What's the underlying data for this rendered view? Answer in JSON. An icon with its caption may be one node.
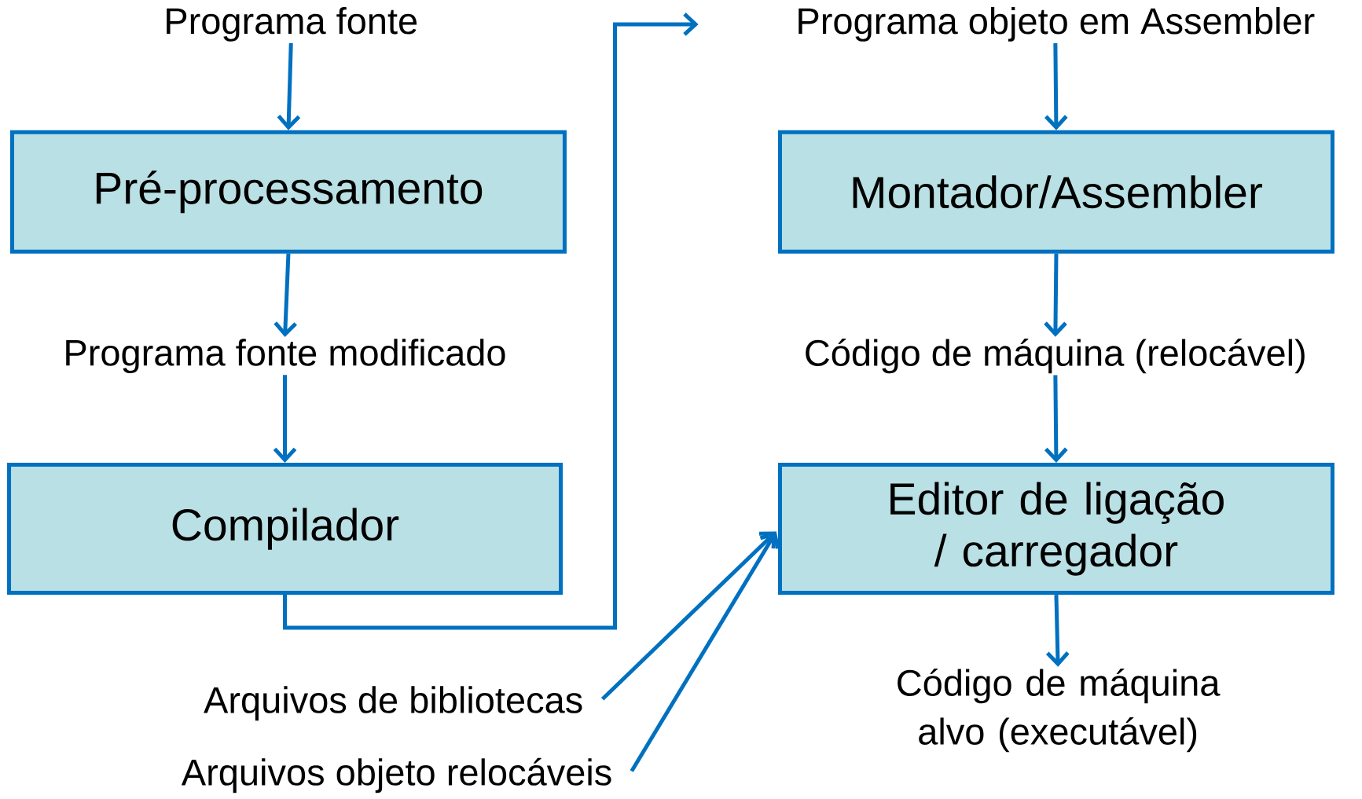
{
  "diagram": {
    "nodes": [
      {
        "text": [
          "Programa fonte"
        ]
      },
      {
        "text": [
          "Pré-processamento"
        ]
      },
      {
        "text": [
          "Programa fonte modificado"
        ]
      },
      {
        "text": [
          "Compilador"
        ]
      },
      {
        "text": [
          "Programa objeto em Assembler"
        ]
      },
      {
        "text": [
          "Montador/Assembler"
        ]
      },
      {
        "text": [
          "Código de máquina (relocável)"
        ]
      },
      {
        "text": [
          "Editor de ligação / carregador"
        ]
      },
      {
        "text": [
          "Código de máquina alvo (executável)"
        ]
      },
      {
        "text": [
          "Arquivos de bibliotecas"
        ]
      },
      {
        "text": [
          "Arquivos objeto relocáveis"
        ]
      }
    ],
    "edges": [
      {
        "from": 0,
        "to": 1,
        "arrow": "to"
      },
      {
        "from": 1,
        "to": 2,
        "arrow": "to"
      },
      {
        "from": 2,
        "to": 3,
        "arrow": "to"
      },
      {
        "from": 3,
        "to": 4,
        "arrow": "to"
      },
      {
        "from": 4,
        "to": 5,
        "arrow": "to"
      },
      {
        "from": 5,
        "to": 6,
        "arrow": "to"
      },
      {
        "from": 6,
        "to": 7,
        "arrow": "to"
      },
      {
        "from": 7,
        "to": 8,
        "arrow": "to"
      },
      {
        "from": 9,
        "to": 7,
        "arrow": "to"
      },
      {
        "from": 10,
        "to": 7,
        "arrow": "to"
      }
    ]
  }
}
